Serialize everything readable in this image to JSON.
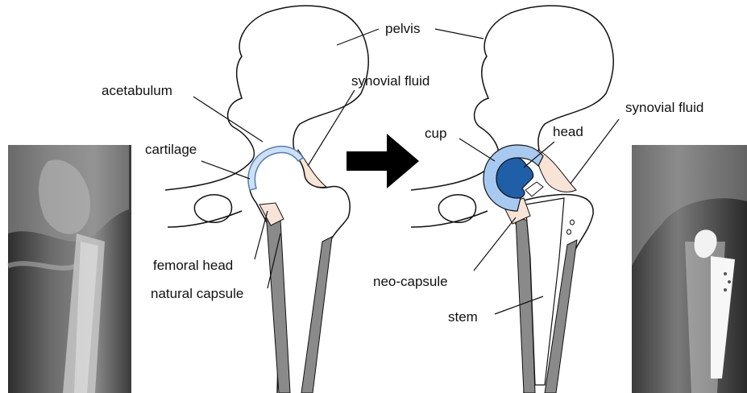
{
  "labels": {
    "pelvis": "pelvis",
    "acetabulum": "acetabulum",
    "synovial_fluid_left": "synovial fluid",
    "cartilage": "cartilage",
    "femoral_head": "femoral head",
    "natural_capsule": "natural capsule",
    "cup": "cup",
    "head": "head",
    "synovial_fluid_right": "synovial fluid",
    "neo_capsule": "neo-capsule",
    "stem": "stem"
  },
  "colors": {
    "cartilage": "#cfe0f3",
    "cartilage_outline": "#4f7fb8",
    "cup": "#a9caf0",
    "head": "#1f5fa8",
    "synovial": "#f7e4d6",
    "cortex": "#8a8a8a",
    "arrow": "#000000"
  }
}
